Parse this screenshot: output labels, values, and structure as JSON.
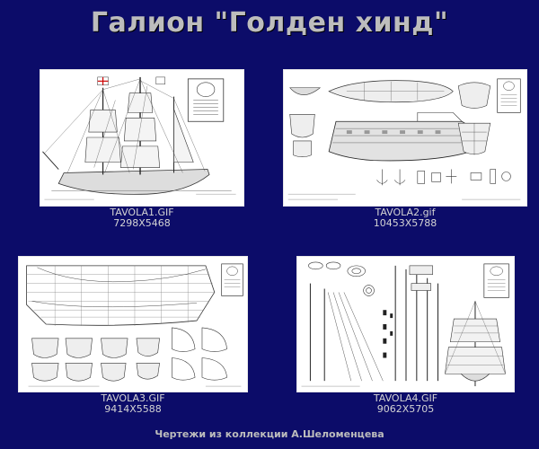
{
  "page": {
    "title": "Галион \"Голден хинд\"",
    "footer": "Чертежи из коллекции А.Шеломенцева",
    "background": "#0c0c69"
  },
  "thumbnails": [
    {
      "filename": "TAVOLA1.GIF",
      "dimensions": "7298X5468",
      "icon": "ship-sail-plan-drawing"
    },
    {
      "filename": "TAVOLA2.gif",
      "dimensions": "10453X5788",
      "icon": "ship-hull-sections-drawing"
    },
    {
      "filename": "TAVOLA3.GIF",
      "dimensions": "9414X5588",
      "icon": "ship-frame-lines-drawing"
    },
    {
      "filename": "TAVOLA4.GIF",
      "dimensions": "9062X5705",
      "icon": "ship-rigging-details-drawing"
    }
  ]
}
